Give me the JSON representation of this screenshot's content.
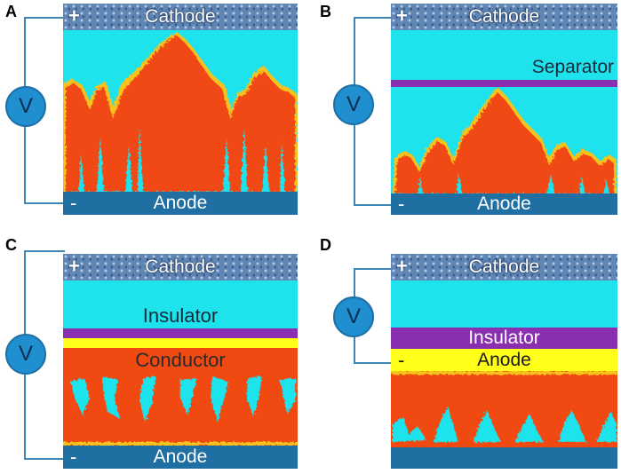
{
  "panels": {
    "a": {
      "letter": "A",
      "cathode": "Cathode",
      "cathode_sign": "+",
      "anode": "Anode",
      "anode_sign": "-",
      "meter": "V"
    },
    "b": {
      "letter": "B",
      "cathode": "Cathode",
      "cathode_sign": "+",
      "separator": "Separator",
      "anode": "Anode",
      "anode_sign": "-",
      "meter": "V"
    },
    "c": {
      "letter": "C",
      "cathode": "Cathode",
      "cathode_sign": "+",
      "insulator": "Insulator",
      "conductor": "Conductor",
      "anode": "Anode",
      "anode_sign": "-",
      "meter": "V"
    },
    "d": {
      "letter": "D",
      "cathode": "Cathode",
      "cathode_sign": "+",
      "insulator": "Insulator",
      "anode": "Anode",
      "anode_sign": "-",
      "meter": "V"
    }
  },
  "colors": {
    "electrolyte": "#1fe3ec",
    "dendrite": "#f04a12",
    "dendrite_edge": "#f6c21e",
    "anode": "#1f6fa3",
    "separator": "#8a2fb0",
    "conductor_strip": "#ffff1a",
    "wire": "#3f86b6",
    "voltmeter": "#1f8fd0"
  }
}
